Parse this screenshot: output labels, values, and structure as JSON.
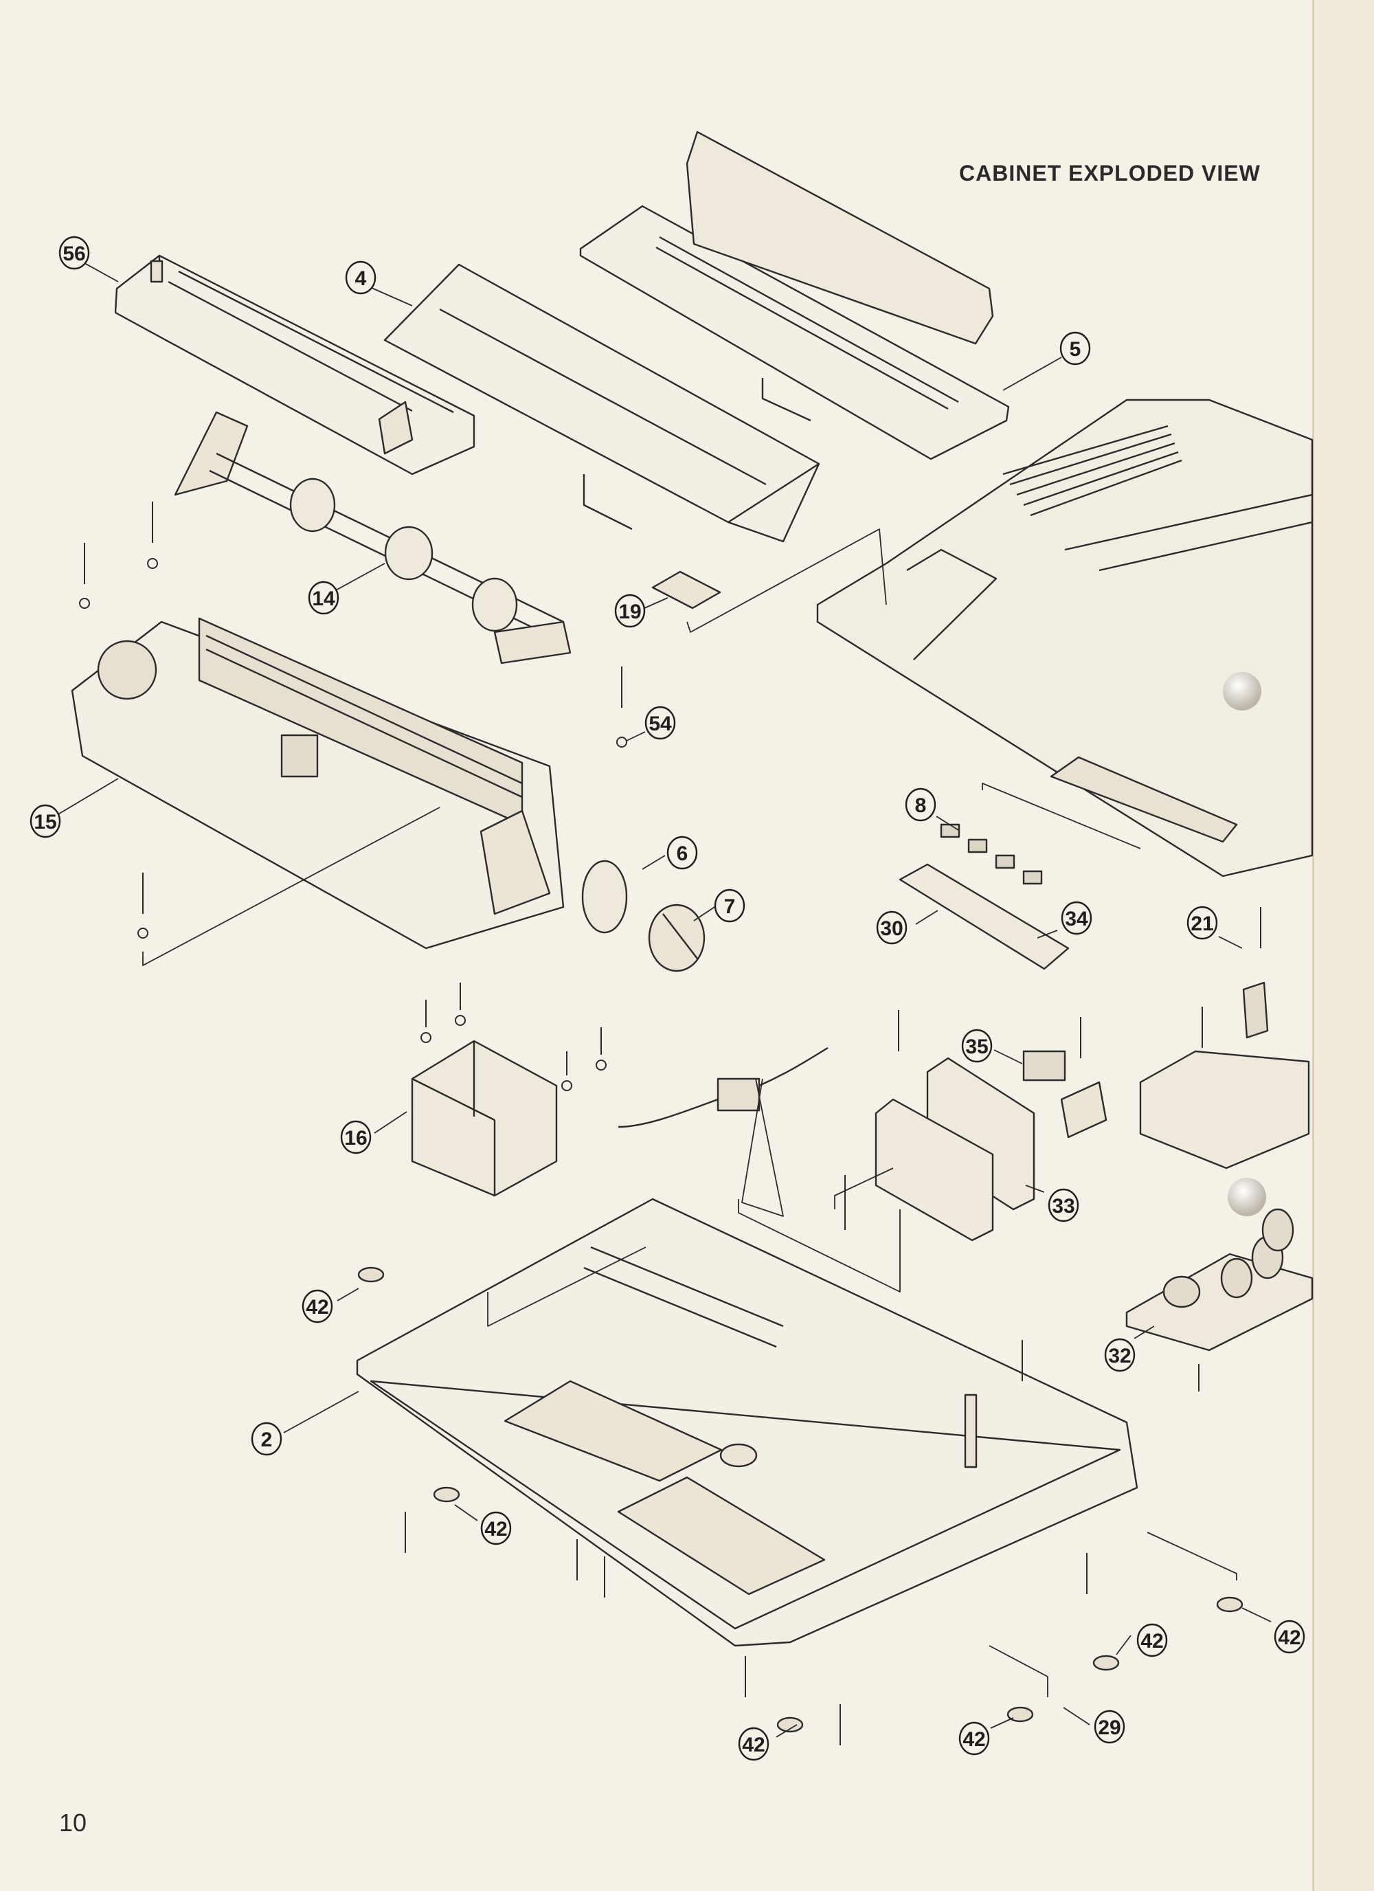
{
  "page": {
    "title": "CABINET EXPLODED VIEW",
    "number": "10"
  },
  "callouts": [
    {
      "id": "56",
      "label": "56"
    },
    {
      "id": "4",
      "label": "4"
    },
    {
      "id": "5",
      "label": "5"
    },
    {
      "id": "14",
      "label": "14"
    },
    {
      "id": "19",
      "label": "19"
    },
    {
      "id": "54",
      "label": "54"
    },
    {
      "id": "15",
      "label": "15"
    },
    {
      "id": "6",
      "label": "6"
    },
    {
      "id": "7",
      "label": "7"
    },
    {
      "id": "8",
      "label": "8"
    },
    {
      "id": "30",
      "label": "30"
    },
    {
      "id": "34",
      "label": "34"
    },
    {
      "id": "21",
      "label": "21"
    },
    {
      "id": "35",
      "label": "35"
    },
    {
      "id": "16",
      "label": "16"
    },
    {
      "id": "33",
      "label": "33"
    },
    {
      "id": "42a",
      "label": "42"
    },
    {
      "id": "32",
      "label": "32"
    },
    {
      "id": "2",
      "label": "2"
    },
    {
      "id": "42b",
      "label": "42"
    },
    {
      "id": "42c",
      "label": "42"
    },
    {
      "id": "42d",
      "label": "42"
    },
    {
      "id": "29",
      "label": "29"
    },
    {
      "id": "42e",
      "label": "42"
    },
    {
      "id": "42f",
      "label": "42"
    }
  ]
}
